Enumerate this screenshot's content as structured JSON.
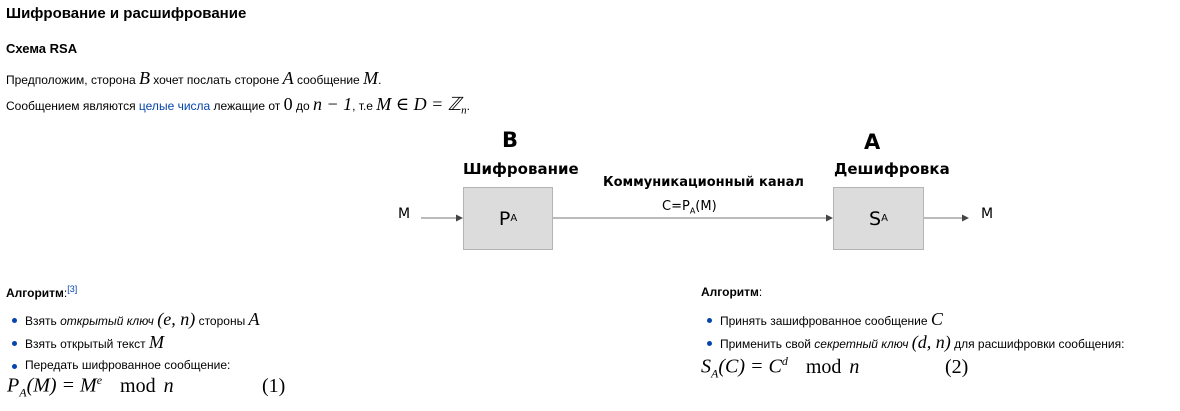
{
  "heading": "Шифрование и расшифрование",
  "subheading": "Схема RSA",
  "intro": {
    "l1_a": "Предположим, сторона ",
    "l1_B": "B",
    "l1_b": " хочет послать стороне ",
    "l1_A": "A",
    "l1_c": " сообщение ",
    "l1_M": "M",
    "l1_d": ".",
    "l2_a": "Сообщением являются ",
    "l2_link": "целые числа",
    "l2_b": " лежащие от ",
    "l2_0": "0",
    "l2_c": " до ",
    "l2_n1": "n − 1",
    "l2_d": ", т.е ",
    "l2_set": "M ∈ D = ℤ",
    "l2_sub": "n",
    "l2_e": "."
  },
  "diagram": {
    "party_b": "B",
    "party_a": "A",
    "encrypt_title": "Шифрование",
    "decrypt_title": "Дешифровка",
    "channel_title": "Коммуникационный канал",
    "channel_formula": "C=P",
    "channel_formula_sub": "A",
    "channel_formula_end": "(M)",
    "input_label": "M",
    "output_label": "M",
    "box_p": "P",
    "box_p_sub": "A",
    "box_s": "S",
    "box_s_sub": "A"
  },
  "left_algo": {
    "title": "Алгоритм",
    "colon": ":",
    "ref": "[3]",
    "items": [
      {
        "a": "Взять ",
        "em": "открытый ключ",
        "b": " ",
        "m1": "(e, n)",
        "c": " стороны ",
        "m2": "A"
      },
      {
        "a": "Взять открытый текст ",
        "m1": "M"
      },
      {
        "a": "Передать шифрованное сообщение:"
      }
    ],
    "formula_lhs": "P",
    "formula_lhs_sub": "A",
    "formula_rest": "(M) = M",
    "formula_sup": "e",
    "formula_mod": "mod",
    "formula_n": "n",
    "formula_num": "(1)"
  },
  "right_algo": {
    "title": "Алгоритм",
    "colon": ":",
    "items": [
      {
        "a": "Принять зашифрованное сообщение ",
        "m1": "C"
      },
      {
        "a": "Применить свой ",
        "em": "секретный ключ",
        "b": " ",
        "m1": "(d, n)",
        "c": " для расшифровки сообщения:"
      }
    ],
    "formula_lhs": "S",
    "formula_lhs_sub": "A",
    "formula_rest": "(C) = C",
    "formula_sup": "d",
    "formula_mod": "mod",
    "formula_n": "n",
    "formula_num": "(2)"
  },
  "colors": {
    "link": "#0645ad",
    "box_fill": "#dcdcdc",
    "box_border": "#b4b4b4"
  }
}
